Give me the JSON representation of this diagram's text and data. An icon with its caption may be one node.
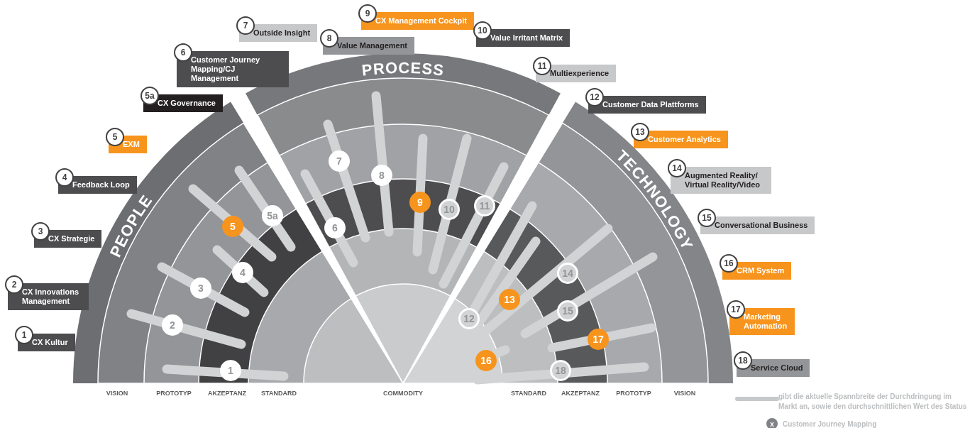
{
  "diagram": {
    "nodes": [
      {
        "text": [
          "PEOPLE"
        ]
      },
      {
        "text": [
          "PROCESS"
        ]
      },
      {
        "text": [
          "TECHNOLOGY"
        ]
      },
      {
        "text": [
          "1"
        ],
        "in": 0
      },
      {
        "text": [
          "2"
        ],
        "in": 0
      },
      {
        "text": [
          "3"
        ],
        "in": 0
      },
      {
        "text": [
          "4"
        ],
        "in": 0
      },
      {
        "text": [
          "5"
        ],
        "in": 0
      },
      {
        "text": [
          "5a"
        ],
        "in": 0
      },
      {
        "text": [
          "6"
        ],
        "in": 1
      },
      {
        "text": [
          "7"
        ],
        "in": 1
      },
      {
        "text": [
          "8"
        ],
        "in": 1
      },
      {
        "text": [
          "9"
        ],
        "in": 1
      },
      {
        "text": [
          "10"
        ],
        "in": 1
      },
      {
        "text": [
          "11"
        ],
        "in": 1
      },
      {
        "text": [
          "12"
        ],
        "in": 2
      },
      {
        "text": [
          "13"
        ],
        "in": 2
      },
      {
        "text": [
          "14"
        ],
        "in": 2
      },
      {
        "text": [
          "15"
        ],
        "in": 2
      },
      {
        "text": [
          "16"
        ],
        "in": 2
      },
      {
        "text": [
          "17"
        ],
        "in": 2
      },
      {
        "text": [
          "18"
        ],
        "in": 2
      },
      {
        "text": [
          "1",
          "CX Kultur"
        ]
      },
      {
        "text": [
          "2",
          "CX Innovations Management"
        ]
      },
      {
        "text": [
          "3",
          "CX Strategie"
        ]
      },
      {
        "text": [
          "4",
          "Feedback Loop"
        ]
      },
      {
        "text": [
          "5",
          "EXM"
        ]
      },
      {
        "text": [
          "5a",
          "CX Governance"
        ]
      },
      {
        "text": [
          "6",
          "Customer Journey Mapping/CJ Management"
        ]
      },
      {
        "text": [
          "7",
          "Outside Insight"
        ]
      },
      {
        "text": [
          "8",
          "Value Management"
        ]
      },
      {
        "text": [
          "9",
          "CX Management Cockpit"
        ]
      },
      {
        "text": [
          "10",
          "Value Irritant Matrix"
        ]
      },
      {
        "text": [
          "11",
          "Multiexperience"
        ]
      },
      {
        "text": [
          "12",
          "Customer Data Plattforms"
        ]
      },
      {
        "text": [
          "13",
          "Customer Analytics"
        ]
      },
      {
        "text": [
          "14",
          "Augmented Reality/ Virtual Reality/Video"
        ]
      },
      {
        "text": [
          "15",
          "Conversational Business"
        ]
      },
      {
        "text": [
          "16",
          "CRM System"
        ]
      },
      {
        "text": [
          "17",
          "Marketing Automation"
        ]
      },
      {
        "text": [
          "18",
          "Service Cloud"
        ]
      }
    ],
    "edges": [],
    "labels": [
      "VISION",
      "PROTOTYP",
      "AKZEPTANZ",
      "STANDARD",
      "COMMODITY",
      "STANDARD",
      "AKZEPTANZ",
      "PROTOTYP",
      "VISION",
      "x"
    ],
    "legend": [
      {
        "text": "gibt die aktuelle Spannbreite der Durchdringung im Markt an, sowie den durchschnittlichen Wert des Status"
      },
      {
        "text": "Customer Journey Mapping"
      }
    ]
  }
}
